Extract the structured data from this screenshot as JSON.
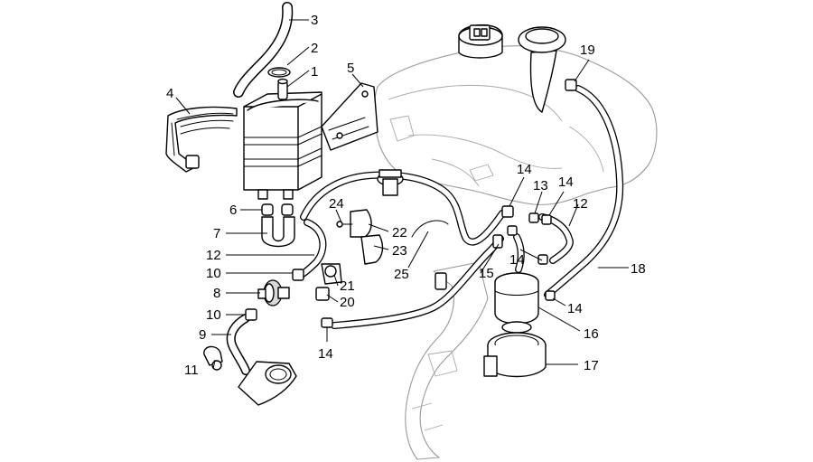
{
  "callouts": [
    {
      "id": "c1",
      "label": "1"
    },
    {
      "id": "c2",
      "label": "2"
    },
    {
      "id": "c3",
      "label": "3"
    },
    {
      "id": "c4",
      "label": "4"
    },
    {
      "id": "c5",
      "label": "5"
    },
    {
      "id": "c6",
      "label": "6"
    },
    {
      "id": "c7",
      "label": "7"
    },
    {
      "id": "c8",
      "label": "8"
    },
    {
      "id": "c9",
      "label": "9"
    },
    {
      "id": "c10a",
      "label": "10"
    },
    {
      "id": "c10b",
      "label": "10"
    },
    {
      "id": "c11",
      "label": "11"
    },
    {
      "id": "c12a",
      "label": "12"
    },
    {
      "id": "c12b",
      "label": "12"
    },
    {
      "id": "c13",
      "label": "13"
    },
    {
      "id": "c14a",
      "label": "14"
    },
    {
      "id": "c14b",
      "label": "14"
    },
    {
      "id": "c14c",
      "label": "14"
    },
    {
      "id": "c14d",
      "label": "14"
    },
    {
      "id": "c14e",
      "label": "14"
    },
    {
      "id": "c15",
      "label": "15"
    },
    {
      "id": "c16",
      "label": "16"
    },
    {
      "id": "c17",
      "label": "17"
    },
    {
      "id": "c18",
      "label": "18"
    },
    {
      "id": "c19",
      "label": "19"
    },
    {
      "id": "c20",
      "label": "20"
    },
    {
      "id": "c21",
      "label": "21"
    },
    {
      "id": "c22",
      "label": "22"
    },
    {
      "id": "c23",
      "label": "23"
    },
    {
      "id": "c24",
      "label": "24"
    },
    {
      "id": "c25",
      "label": "25"
    }
  ]
}
